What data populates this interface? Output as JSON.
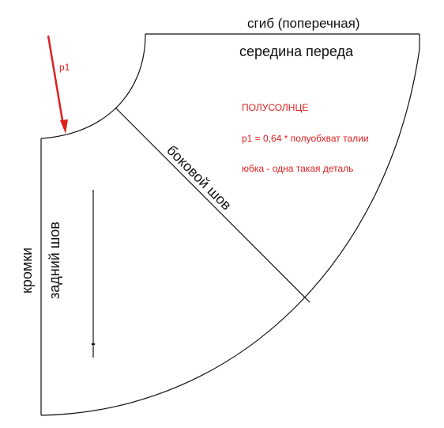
{
  "labels": {
    "fold": "сгиб (поперечная)",
    "front_center": "середина переда",
    "side_seam": "боковой шов",
    "selvedges": "кромки",
    "back_seam": "задний шов",
    "arrow_label": "p1"
  },
  "notes": {
    "title": "ПОЛУСОЛНЦЕ",
    "formula": "p1 = 0,64 * полуобхват талии",
    "pieces": "юбка - одна такая деталь"
  },
  "colors": {
    "outline": "#111111",
    "accent_red": "#e02020"
  }
}
